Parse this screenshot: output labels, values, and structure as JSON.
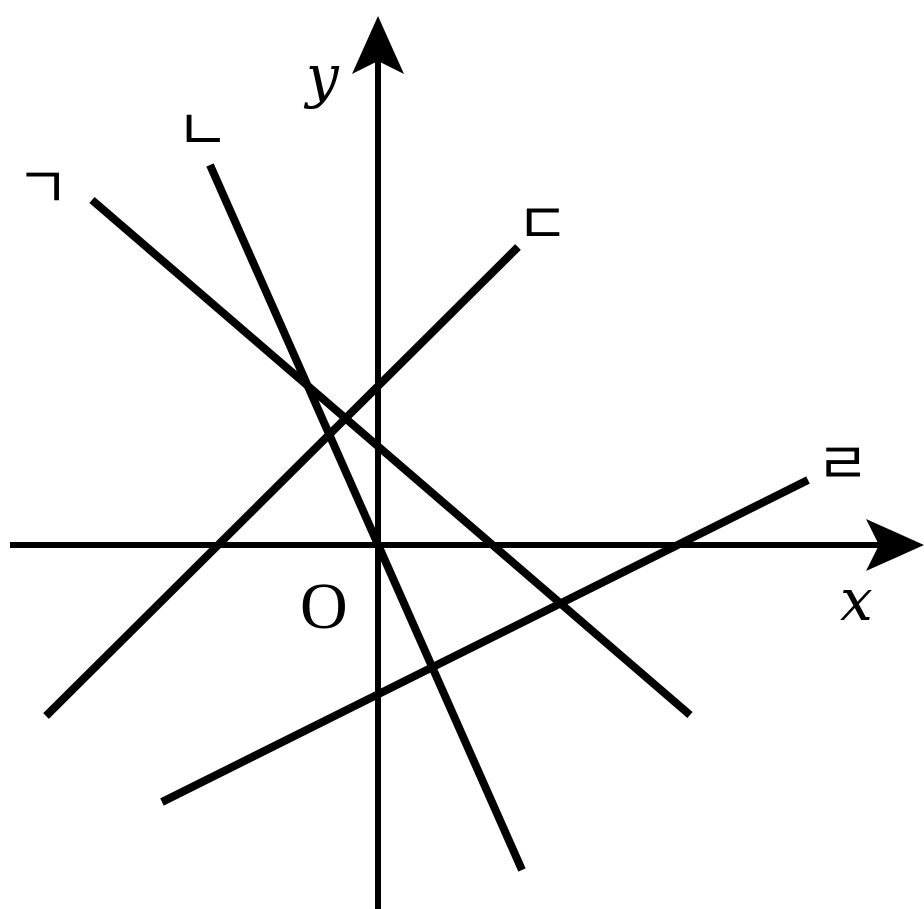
{
  "axes": {
    "x_label": "x",
    "y_label": "y",
    "origin_label": "O"
  },
  "lines": [
    {
      "id": "giyeok",
      "label": "ㄱ"
    },
    {
      "id": "nieun",
      "label": "ㄴ"
    },
    {
      "id": "digeut",
      "label": "ㄷ"
    },
    {
      "id": "rieul",
      "label": "ㄹ"
    }
  ],
  "colors": {
    "ink": "#000000",
    "background": "#ffffff"
  }
}
